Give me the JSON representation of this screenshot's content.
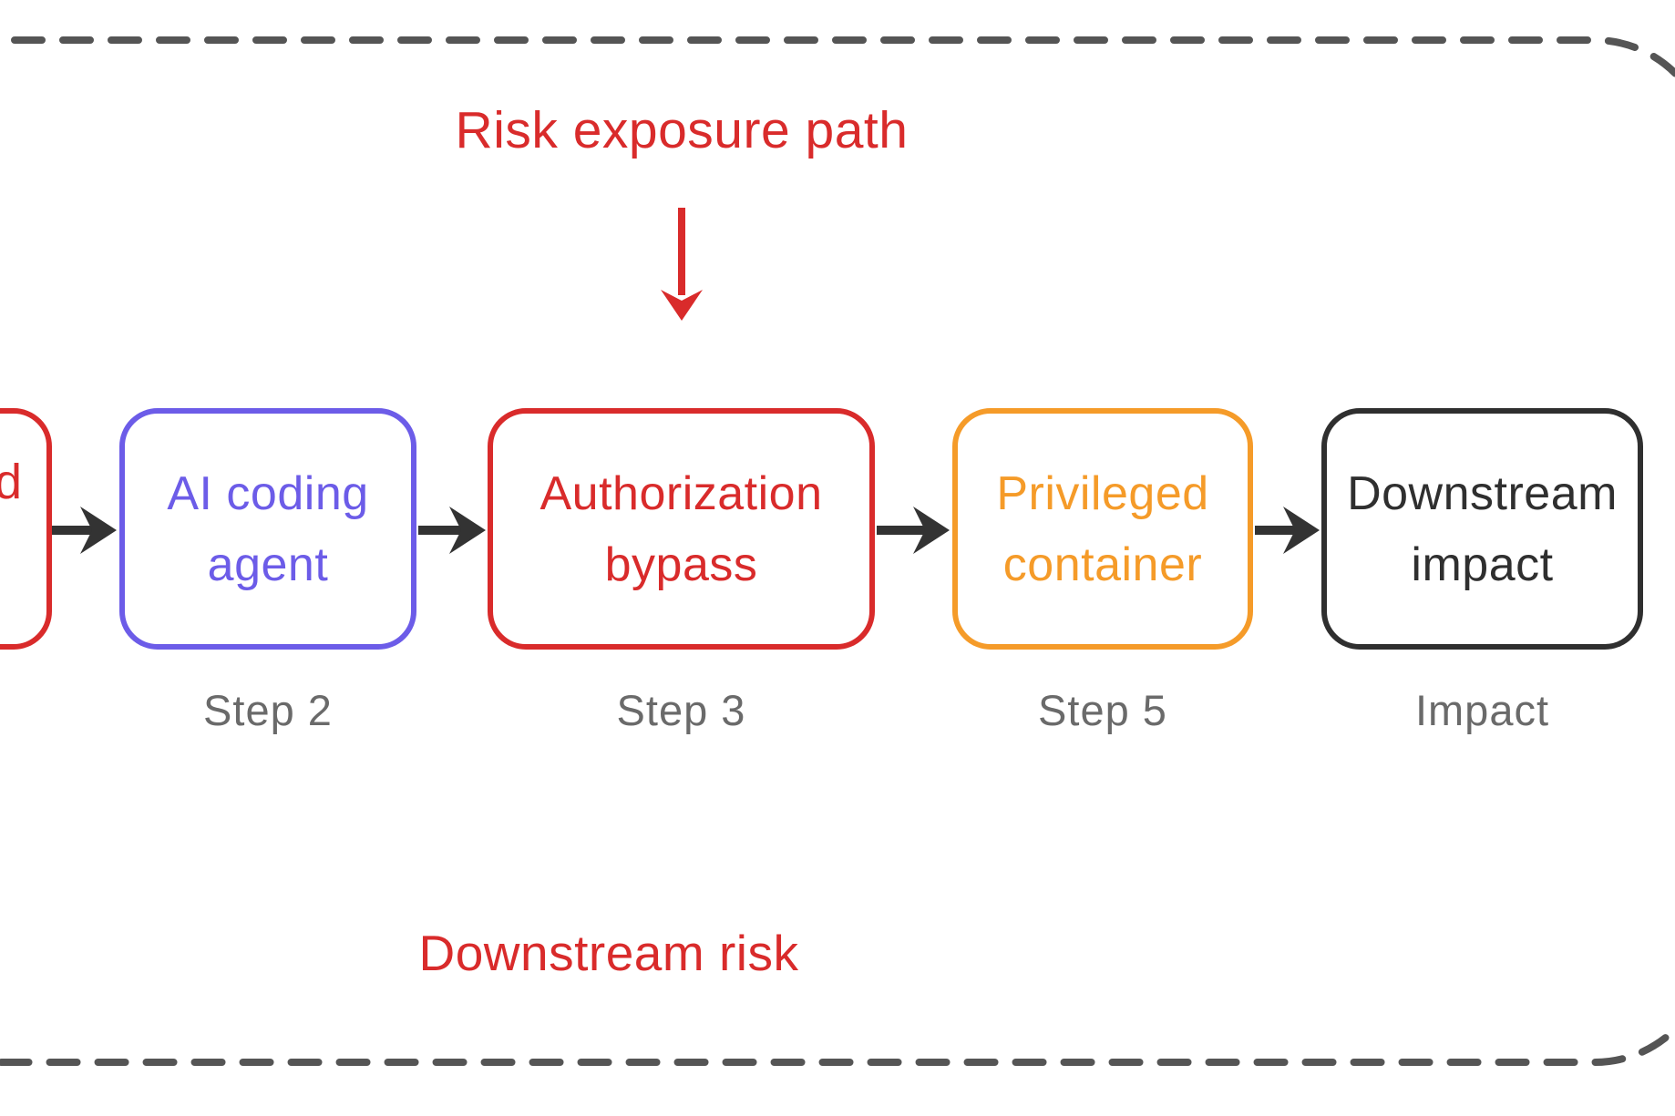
{
  "colors": {
    "red": "#D92B2B",
    "purple": "#6C5CE8",
    "orange": "#F59B29",
    "dark": "#2F2F2F",
    "step_gray": "#6A6A6A",
    "dash_gray": "#555555",
    "arrow_dark": "#333333"
  },
  "annotations": {
    "risk_path_label": "Risk exposure path",
    "downstream_risk_label": "Downstream risk"
  },
  "nodes": {
    "partial": {
      "visible_text": "d",
      "color": "#D92B2B"
    },
    "agent": {
      "line1": "AI coding",
      "line2": "agent",
      "color": "#6C5CE8"
    },
    "auth": {
      "line1": "Authorization",
      "line2": "bypass",
      "color": "#D92B2B"
    },
    "priv": {
      "line1": "Privileged",
      "line2": "container",
      "color": "#F59B29"
    },
    "impact": {
      "line1": "Downstream",
      "line2": "impact",
      "color": "#2F2F2F"
    }
  },
  "steps": {
    "agent": "Step 2",
    "auth": "Step 3",
    "priv": "Step 5",
    "impact": "Impact"
  }
}
